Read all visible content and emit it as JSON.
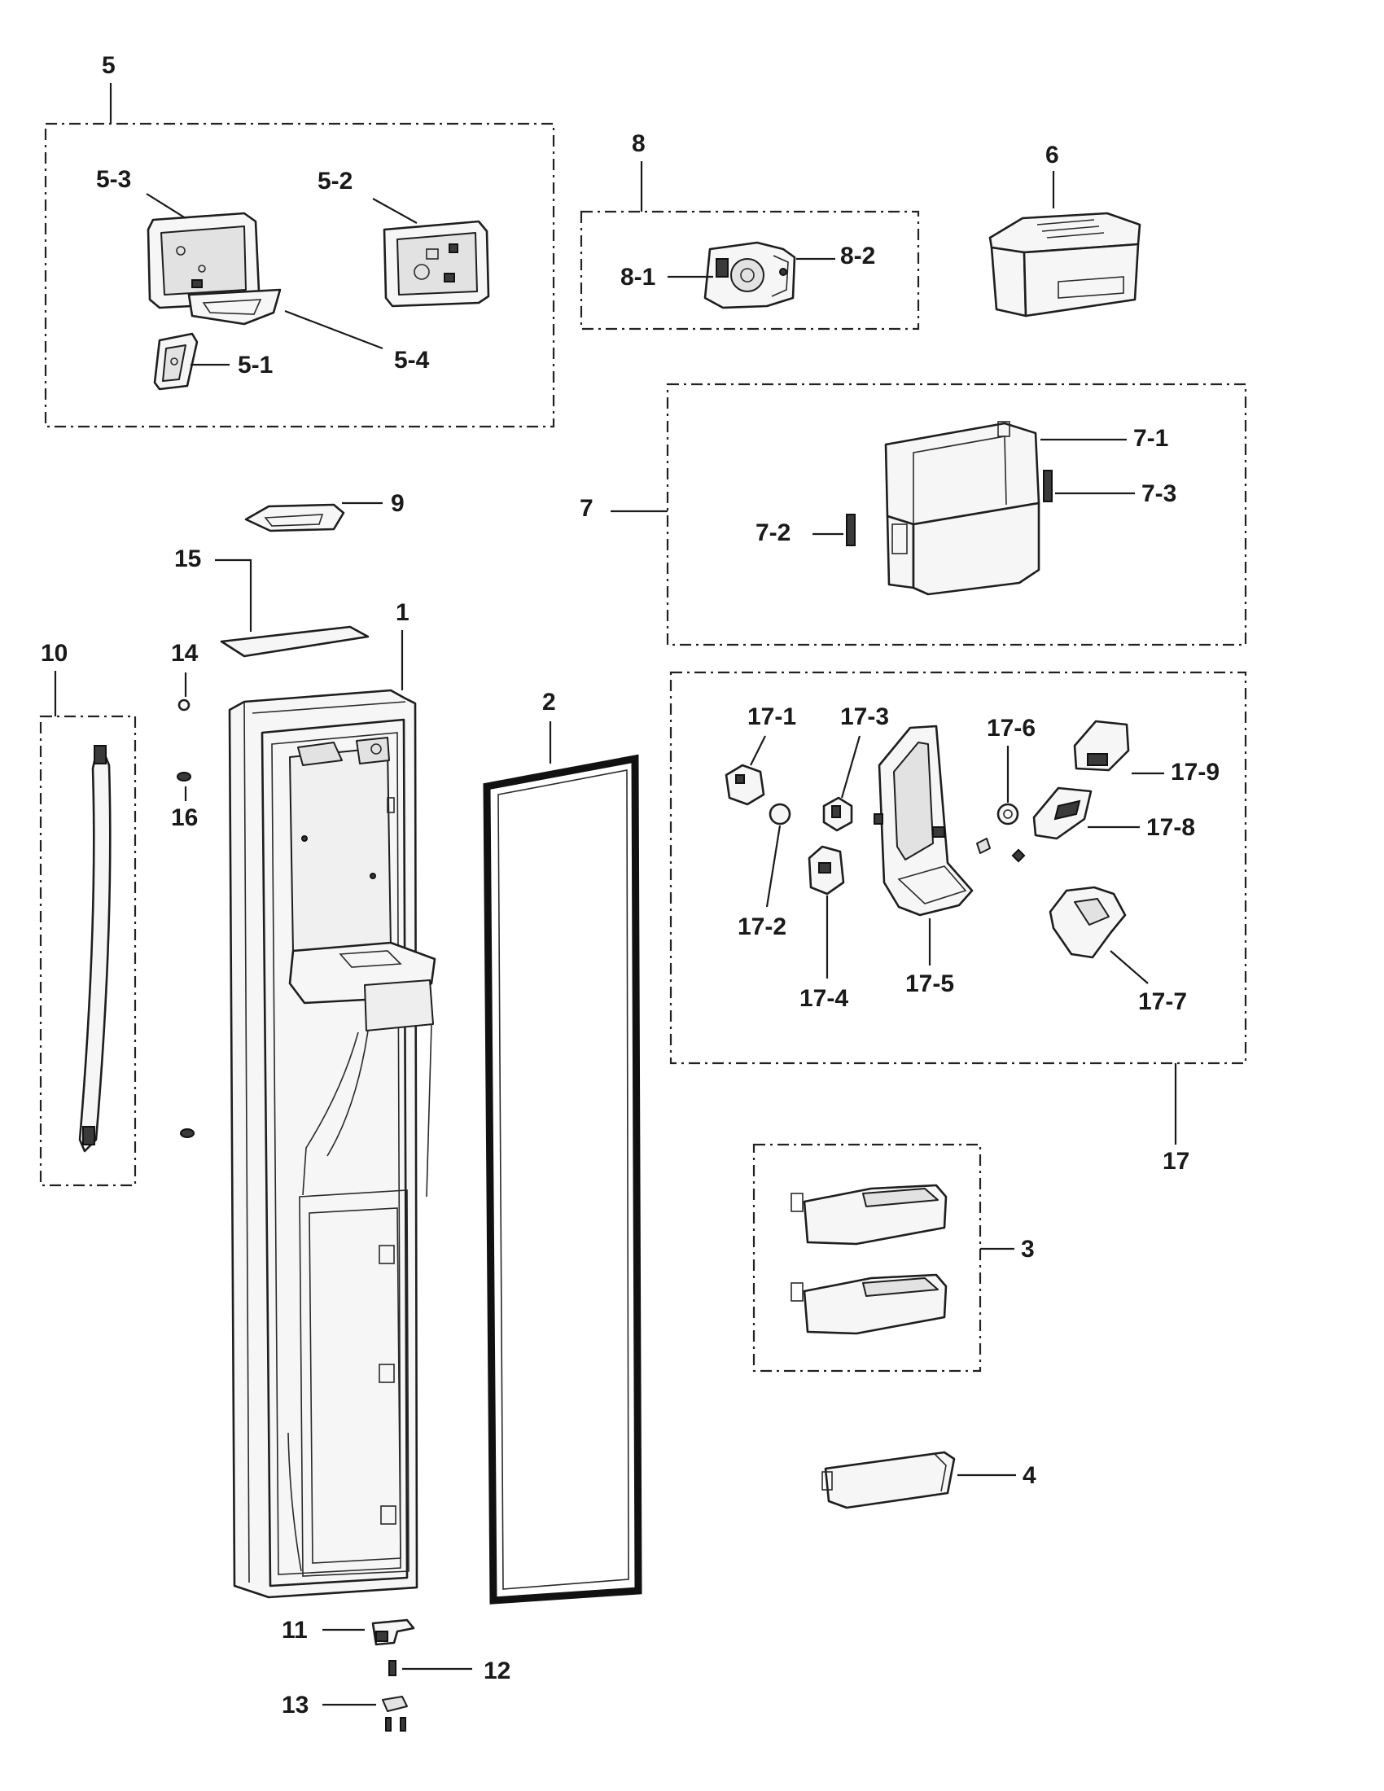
{
  "labels": {
    "l5": "5",
    "l5_1": "5-1",
    "l5_2": "5-2",
    "l5_3": "5-3",
    "l5_4": "5-4",
    "l8": "8",
    "l8_1": "8-1",
    "l8_2": "8-2",
    "l6": "6",
    "l7": "7",
    "l7_1": "7-1",
    "l7_2": "7-2",
    "l7_3": "7-3",
    "l9": "9",
    "l15": "15",
    "l1": "1",
    "l2": "2",
    "l10": "10",
    "l14": "14",
    "l16": "16",
    "l17": "17",
    "l17_1": "17-1",
    "l17_2": "17-2",
    "l17_3": "17-3",
    "l17_4": "17-4",
    "l17_5": "17-5",
    "l17_6": "17-6",
    "l17_7": "17-7",
    "l17_8": "17-8",
    "l17_9": "17-9",
    "l3": "3",
    "l4": "4",
    "l11": "11",
    "l12": "12",
    "l13": "13"
  }
}
